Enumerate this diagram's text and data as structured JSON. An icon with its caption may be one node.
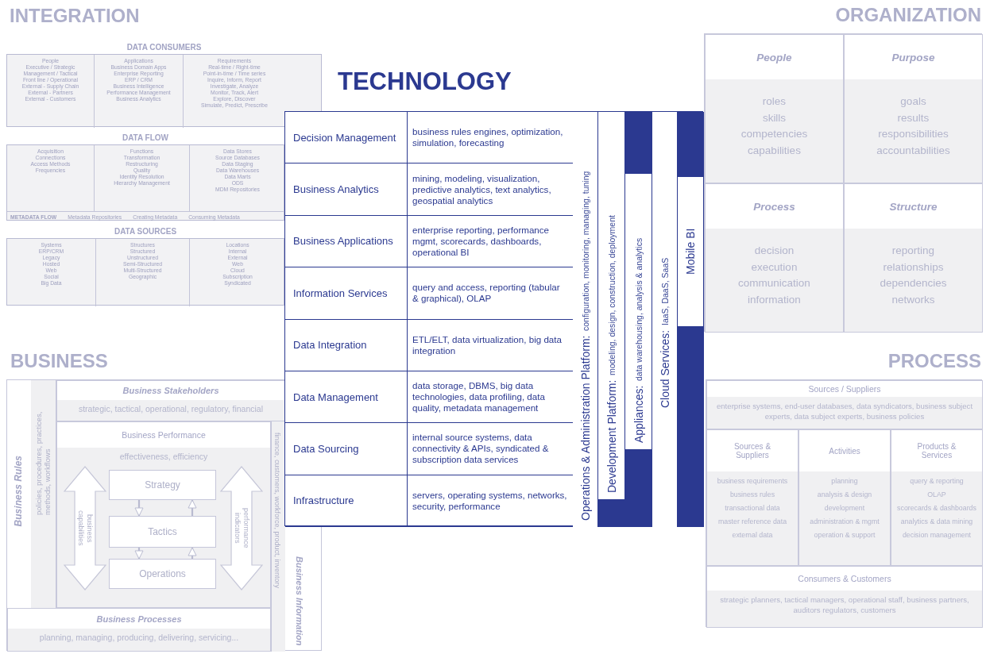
{
  "diagram": {
    "nodes": [
      {
        "text": [
          "DATA CONSUMERS"
        ]
      },
      {
        "text": [
          "People",
          "Executive / Strategic",
          "Management / Tactical",
          "Front line / Operational",
          "External - Supply Chain",
          "External - Partners",
          "External - Customers"
        ],
        "in": 0
      },
      {
        "text": [
          "Applications",
          "Business Domain Apps",
          "Enterprise Reporting",
          "ERP / CRM",
          "Business Intelligence",
          "Performance Management",
          "Business Analytics"
        ],
        "in": 0
      },
      {
        "text": [
          "Requirements",
          "Real-time / Right-time",
          "Point-in-time / Time series",
          "Inquire, Inform, Report",
          "Investigate, Analyze",
          "Monitor, Track, Alert",
          "Explore, Discover",
          "Simulate, Predict, Prescribe"
        ],
        "in": 0
      },
      {
        "text": [
          "DATA FLOW"
        ]
      },
      {
        "text": [
          "Acquisition",
          "Connections",
          "Access Methods",
          "Frequencies"
        ],
        "in": 4
      },
      {
        "text": [
          "Functions",
          "Transformation",
          "Restructuring",
          "Quality",
          "Identity Resolution",
          "Hierarchy Management"
        ],
        "in": 4
      },
      {
        "text": [
          "Data Stores",
          "Source Databases",
          "Data Staging",
          "Data Warehouses",
          "Data Marts",
          "ODS",
          "MDM Repositories"
        ],
        "in": 4
      },
      {
        "text": [
          "METADATA FLOW",
          "Metadata Repositories",
          "Creating Metadata",
          "Consuming Metadata"
        ],
        "in": 4
      },
      {
        "text": [
          "DATA SOURCES"
        ]
      },
      {
        "text": [
          "Systems",
          "ERP/CRM",
          "Legacy",
          "Hosted",
          "Web",
          "Social",
          "Big Data"
        ],
        "in": 9
      },
      {
        "text": [
          "Structures",
          "Structured",
          "Unstructured",
          "Semi-Structured",
          "Multi-Structured",
          "Geographic"
        ],
        "in": 9
      },
      {
        "text": [
          "Locations",
          "Internal",
          "External",
          "Web",
          "Cloud",
          "Subscription",
          "Syndicated"
        ],
        "in": 9
      },
      {
        "text": [
          "TECHNOLOGY"
        ]
      },
      {
        "text": [
          "Decision Management"
        ],
        "in": 13
      },
      {
        "text": [
          "business rules engines, optimization, simulation, forecasting"
        ],
        "in": 13
      },
      {
        "text": [
          "Business Analytics"
        ],
        "in": 13
      },
      {
        "text": [
          "mining, modeling, visualization, predictive analytics, text analytics, geospatial analytics"
        ],
        "in": 13
      },
      {
        "text": [
          "Business Applications"
        ],
        "in": 13
      },
      {
        "text": [
          "enterprise reporting, performance mgmt, scorecards, dashboards, operational BI"
        ],
        "in": 13
      },
      {
        "text": [
          "Information Services"
        ],
        "in": 13
      },
      {
        "text": [
          "query and access, reporting (tabular & graphical), OLAP"
        ],
        "in": 13
      },
      {
        "text": [
          "Data Integration"
        ],
        "in": 13
      },
      {
        "text": [
          "ETL/ELT, data virtualization, big data integration"
        ],
        "in": 13
      },
      {
        "text": [
          "Data Management"
        ],
        "in": 13
      },
      {
        "text": [
          "data storage, DBMS, big data technologies, data profiling, data quality, metadata management"
        ],
        "in": 13
      },
      {
        "text": [
          "Data Sourcing"
        ],
        "in": 13
      },
      {
        "text": [
          "internal source systems, data connectivity & APIs, syndicated & subscription data services"
        ],
        "in": 13
      },
      {
        "text": [
          "Infrastructure"
        ],
        "in": 13
      },
      {
        "text": [
          "servers, operating systems, networks, security, performance"
        ],
        "in": 13
      },
      {
        "text": [
          "Operations & Administration Platform:",
          "configuration, monitoring, managing, tuning"
        ],
        "in": 13
      },
      {
        "text": [
          "Development Platform:",
          "modeling, design, construction, deployment"
        ],
        "in": 13
      },
      {
        "text": [
          "Appliances:",
          "data warehousing, analysis & analytics"
        ],
        "in": 13
      },
      {
        "text": [
          "Cloud Services:",
          "IaaS, DaaS, SaaS"
        ],
        "in": 13
      },
      {
        "text": [
          "Mobile BI"
        ],
        "in": 13
      },
      {
        "text": [
          "ORGANIZATION"
        ]
      },
      {
        "text": [
          "People",
          "roles",
          "skills",
          "competencies",
          "capabilities"
        ],
        "in": 35
      },
      {
        "text": [
          "Purpose",
          "goals",
          "results",
          "responsibilities",
          "accountabilities"
        ],
        "in": 35
      },
      {
        "text": [
          "Process",
          "decision",
          "execution",
          "communication",
          "information"
        ],
        "in": 35
      },
      {
        "text": [
          "Structure",
          "reporting",
          "relationships",
          "dependencies",
          "networks"
        ],
        "in": 35
      },
      {
        "text": [
          "PROCESS"
        ]
      },
      {
        "text": [
          "Sources / Suppliers",
          "enterprise systems, end-user databases, data syndicators, business subject experts, data subject experts, business policies"
        ],
        "in": 40
      },
      {
        "text": [
          "Sources & Suppliers",
          "business requirements",
          "business rules",
          "transactional data",
          "master reference data",
          "external data"
        ],
        "in": 40
      },
      {
        "text": [
          "Activities",
          "planning",
          "analysis & design",
          "development",
          "administration & mgmt",
          "operation & support"
        ],
        "in": 40
      },
      {
        "text": [
          "Products & Services",
          "query & reporting",
          "OLAP",
          "scorecards & dashboards",
          "analytics & data mining",
          "decision management"
        ],
        "in": 40
      },
      {
        "text": [
          "Consumers & Customers",
          "strategic planners, tactical managers, operational staff, business partners, auditors regulators, customers"
        ],
        "in": 40
      },
      {
        "text": [
          "BUSINESS"
        ]
      },
      {
        "text": [
          "Business Rules",
          "policies, procedures, practices, methods, workflows"
        ],
        "in": 46
      },
      {
        "text": [
          "Business Stakeholders",
          "strategic, tactical, operational, regulatory, financial"
        ],
        "in": 46
      },
      {
        "text": [
          "Business Performance",
          "effectiveness, efficiency"
        ],
        "in": 46
      },
      {
        "text": [
          "Strategy"
        ],
        "in": 49
      },
      {
        "text": [
          "Tactics"
        ],
        "in": 49
      },
      {
        "text": [
          "Operations"
        ],
        "in": 49
      },
      {
        "text": [
          "business capabilities"
        ],
        "in": 49
      },
      {
        "text": [
          "performance indicators"
        ],
        "in": 49
      },
      {
        "text": [
          "Business Information"
        ],
        "in": 46
      },
      {
        "text": [
          "finance, customers, workforce, product, inventory"
        ],
        "in": 46
      },
      {
        "text": [
          "Business Processes",
          "planning, managing, producing, delivering, servicing..."
        ],
        "in": 46
      },
      {
        "text": [],
        "shape": "bar",
        "in": 13
      },
      {
        "text": [],
        "shape": "bar",
        "in": 13
      },
      {
        "text": [],
        "shape": "bar",
        "in": 13
      },
      {
        "text": [],
        "shape": "bar",
        "in": 13
      },
      {
        "text": [],
        "shape": "bar",
        "in": 13
      }
    ],
    "edges": [
      {
        "from": 50,
        "to": 51,
        "arrow": "to"
      },
      {
        "from": 51,
        "to": 52,
        "arrow": "to"
      },
      {
        "from": 52,
        "to": 51,
        "arrow": "to"
      },
      {
        "from": 51,
        "to": 50,
        "arrow": "to"
      }
    ],
    "labels": [
      "INTEGRATION"
    ]
  }
}
